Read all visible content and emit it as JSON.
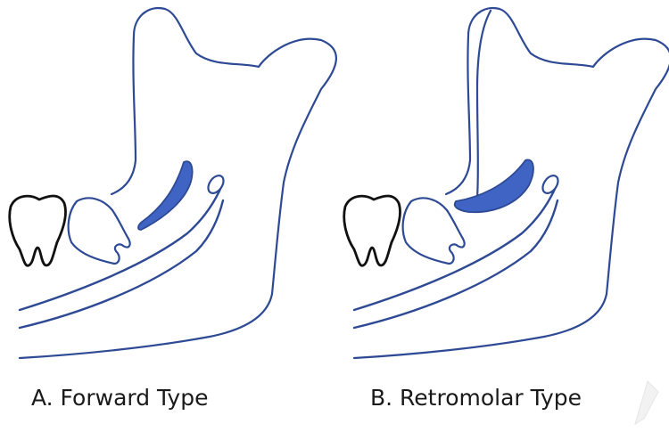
{
  "panels": [
    {
      "id": "A",
      "caption": "A. Forward Type"
    },
    {
      "id": "B",
      "caption": "B. Retromolar Type"
    }
  ],
  "colors": {
    "outline": "#2e4a94",
    "highlight": "#3f64c4",
    "tooth_outline": "#111111"
  }
}
